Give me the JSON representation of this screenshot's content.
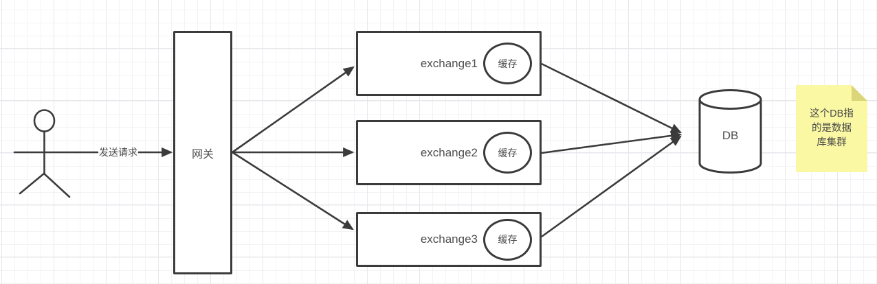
{
  "canvas": {
    "type": "flow-diagram",
    "colors": {
      "stroke": "#3b3b3b",
      "text": "#4f4f4f",
      "note_bg": "#faf8a3",
      "note_fold": "#dcd67b",
      "grid_minor": "#f3f3f6",
      "grid_major": "#e8e8ec"
    }
  },
  "actor": {
    "role": "user-stick-figure"
  },
  "request_arrow": {
    "label": "发送请求"
  },
  "gateway": {
    "label": "网关"
  },
  "exchanges": [
    {
      "label": "exchange1",
      "cache": "缓存"
    },
    {
      "label": "exchange2",
      "cache": "缓存"
    },
    {
      "label": "exchange3",
      "cache": "缓存"
    }
  ],
  "database": {
    "label": "DB"
  },
  "note": {
    "text": "这个DB指\n的是数据\n库集群"
  }
}
